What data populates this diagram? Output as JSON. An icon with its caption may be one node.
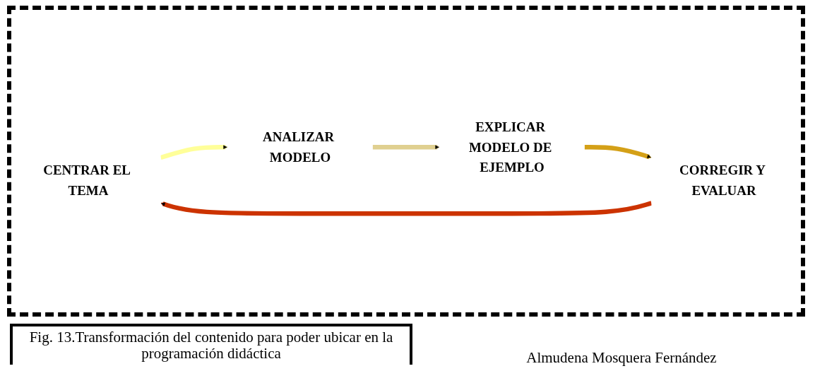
{
  "diagram": {
    "caption": "Fig. 13.Transformación del contenido para poder ubicar en la programación didáctica",
    "nodes": [
      {
        "text": [
          "CENTRAR EL TEMA"
        ]
      },
      {
        "text": [
          "ANALIZAR MODELO"
        ]
      },
      {
        "text": [
          "EXPLICAR MODELO DE EJEMPLO"
        ]
      },
      {
        "text": [
          "CORREGIR Y EVALUAR"
        ]
      }
    ],
    "edges": [
      {
        "from": 0,
        "to": 1,
        "arrow": "to",
        "color": "#ffff99"
      },
      {
        "from": 1,
        "to": 2,
        "arrow": "to",
        "color": "#e0d090"
      },
      {
        "from": 2,
        "to": 3,
        "arrow": "to",
        "color": "#d4a017"
      },
      {
        "from": 3,
        "to": 0,
        "arrow": "to",
        "color": "#cc3300"
      }
    ],
    "labels": [
      "Almudena Mosquera Fernández"
    ]
  }
}
